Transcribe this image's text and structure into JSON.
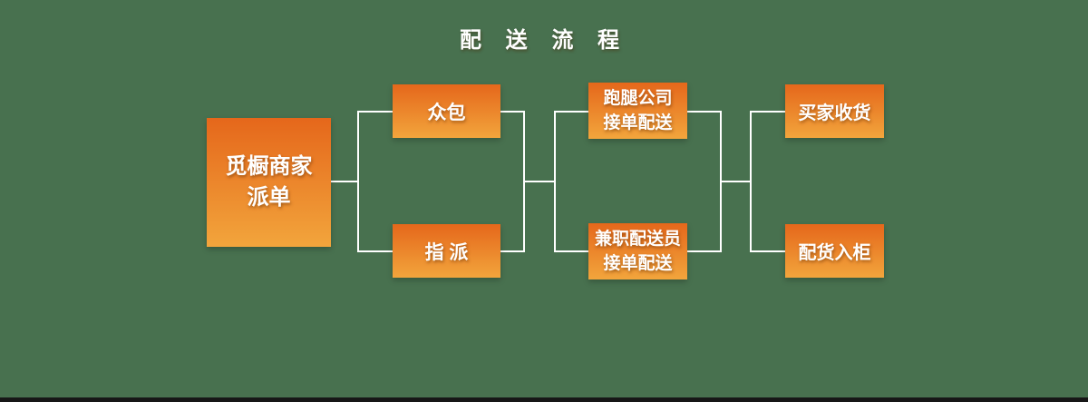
{
  "title": "配 送 流 程",
  "colors": {
    "background": "#48714F",
    "box_gradient_top": "#E5671B",
    "box_gradient_bottom": "#F2A53C",
    "connector": "#FFFFFF",
    "text": "#FFFFFF",
    "bottom_bar": "#171717"
  },
  "nodes": {
    "merchant": {
      "lines": [
        "觅橱商家",
        "派单"
      ]
    },
    "crowdsource": {
      "lines": [
        "众包"
      ]
    },
    "assign": {
      "lines": [
        "指 派"
      ]
    },
    "errand": {
      "lines": [
        "跑腿公司",
        "接单配送"
      ]
    },
    "parttime": {
      "lines": [
        "兼职配送员",
        "接单配送"
      ]
    },
    "buyer": {
      "lines": [
        "买家收货"
      ]
    },
    "locker": {
      "lines": [
        "配货入柜"
      ]
    }
  }
}
